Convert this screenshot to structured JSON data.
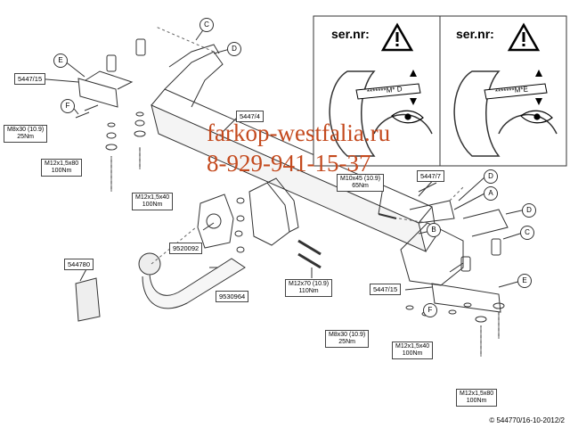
{
  "watermark": {
    "site": "farkop-westfalia.ru",
    "phone": "8-929-941-15-37",
    "color": "#c44a1e"
  },
  "serial_panel": {
    "left": {
      "title": "ser.nr:",
      "tag": "*******M* D"
    },
    "right": {
      "title": "ser.nr:",
      "tag": "*******M*E"
    }
  },
  "parts": {
    "p5447_15_top": "5447/15",
    "p5447_4": "5447/4",
    "p5447_7": "5447/7",
    "p5447_15_bottom": "5447/15",
    "p9520092": "9520092",
    "p9530964": "9530964",
    "p544780": "544780"
  },
  "callouts": {
    "C_top": "C",
    "D_top": "D",
    "E_left": "E",
    "F_left": "F",
    "D_right_1": "D",
    "A_right": "A",
    "D_right_2": "D",
    "B_right": "B",
    "C_right": "C",
    "E_right": "E",
    "F_right": "F"
  },
  "specs": {
    "m8_left": {
      "size": "M8x30 (10.9)",
      "torque": "25Nm"
    },
    "m12_80_left": {
      "size": "M12x1,5x80",
      "torque": "100Nm"
    },
    "m12_40_left": {
      "size": "M12x1,5x40",
      "torque": "100Nm"
    },
    "m10_45": {
      "size": "M10x45 (10.9)",
      "torque": "65Nm"
    },
    "m12_70": {
      "size": "M12x70 (10.9)",
      "torque": "110Nm"
    },
    "m8_right": {
      "size": "M8x30 (10.9)",
      "torque": "25Nm"
    },
    "m12_40_right": {
      "size": "M12x1,5x40",
      "torque": "100Nm"
    },
    "m12_80_right": {
      "size": "M12x1,5x80",
      "torque": "100Nm"
    }
  },
  "copyright": "© 544770/16-10-2012/2"
}
